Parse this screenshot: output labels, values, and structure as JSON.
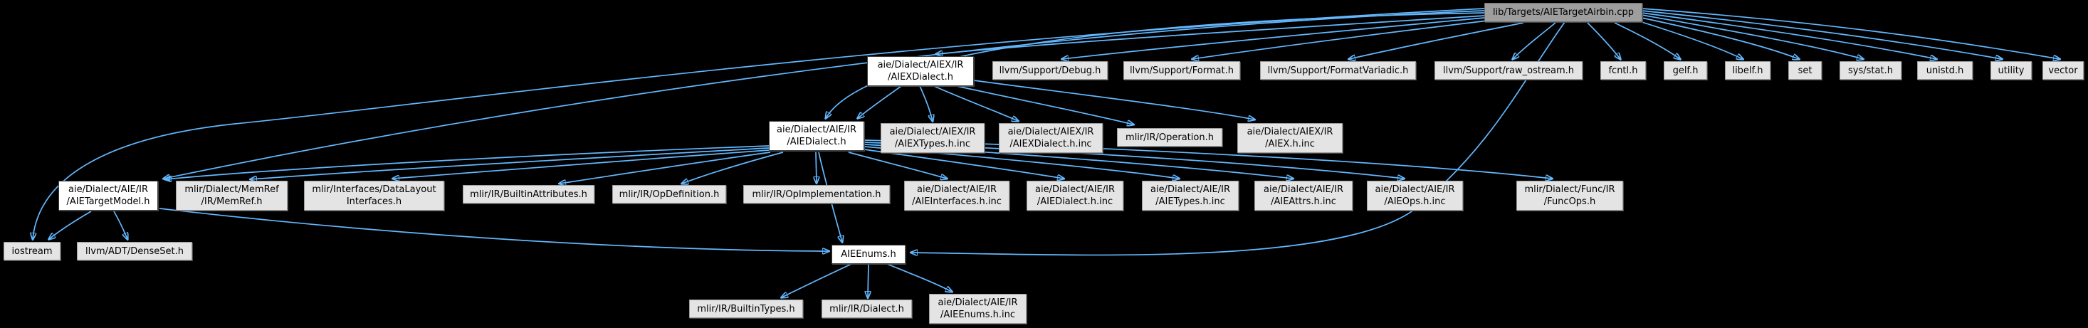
{
  "diagram": {
    "kind": "doxygen-include-dependency-graph",
    "accent_edge_color": "#63b8ff",
    "background_color": "#000000",
    "node_fill_default": "#e4e4e4",
    "node_fill_highlight": "#ffffff",
    "node_fill_root": "#9e9e9e"
  },
  "graph": {
    "nodes": {
      "root": {
        "l1": "lib/Targets/AIETargetAirbin.cpp"
      },
      "aiex_dialect": {
        "l1": "aie/Dialect/AIEX/IR",
        "l2": "/AIEXDialect.h"
      },
      "debug": {
        "l1": "llvm/Support/Debug.h"
      },
      "format": {
        "l1": "llvm/Support/Format.h"
      },
      "formatvariadic": {
        "l1": "llvm/Support/FormatVariadic.h"
      },
      "raw_ostream": {
        "l1": "llvm/Support/raw_ostream.h"
      },
      "fcntl": {
        "l1": "fcntl.h"
      },
      "gelf": {
        "l1": "gelf.h"
      },
      "libelf": {
        "l1": "libelf.h"
      },
      "set": {
        "l1": "set"
      },
      "sysstat": {
        "l1": "sys/stat.h"
      },
      "unistd": {
        "l1": "unistd.h"
      },
      "utility": {
        "l1": "utility"
      },
      "vector": {
        "l1": "vector"
      },
      "aie_dialect": {
        "l1": "aie/Dialect/AIE/IR",
        "l2": "/AIEDialect.h"
      },
      "aiex_types_inc": {
        "l1": "aie/Dialect/AIEX/IR",
        "l2": "/AIEXTypes.h.inc"
      },
      "aiex_dialect_inc": {
        "l1": "aie/Dialect/AIEX/IR",
        "l2": "/AIEXDialect.h.inc"
      },
      "operation": {
        "l1": "mlir/IR/Operation.h"
      },
      "aiex_h_inc": {
        "l1": "aie/Dialect/AIEX/IR",
        "l2": "/AIEX.h.inc"
      },
      "target_model": {
        "l1": "aie/Dialect/AIE/IR",
        "l2": "/AIETargetModel.h"
      },
      "memref": {
        "l1": "mlir/Dialect/MemRef",
        "l2": "/IR/MemRef.h"
      },
      "datalayout": {
        "l1": "mlir/Interfaces/DataLayout",
        "l2": "Interfaces.h"
      },
      "builtinattrs": {
        "l1": "mlir/IR/BuiltinAttributes.h"
      },
      "opdef": {
        "l1": "mlir/IR/OpDefinition.h"
      },
      "opimpl": {
        "l1": "mlir/IR/OpImplementation.h"
      },
      "aieinterfaces_inc": {
        "l1": "aie/Dialect/AIE/IR",
        "l2": "/AIEInterfaces.h.inc"
      },
      "aiedialect_inc": {
        "l1": "aie/Dialect/AIE/IR",
        "l2": "/AIEDialect.h.inc"
      },
      "aietypes_inc": {
        "l1": "aie/Dialect/AIE/IR",
        "l2": "/AIETypes.h.inc"
      },
      "aieattrs_inc": {
        "l1": "aie/Dialect/AIE/IR",
        "l2": "/AIEAttrs.h.inc"
      },
      "aieops_inc": {
        "l1": "aie/Dialect/AIE/IR",
        "l2": "/AIEOps.h.inc"
      },
      "funcops": {
        "l1": "mlir/Dialect/Func/IR",
        "l2": "/FuncOps.h"
      },
      "iostream": {
        "l1": "iostream"
      },
      "denseset": {
        "l1": "llvm/ADT/DenseSet.h"
      },
      "aieenums": {
        "l1": "AIEEnums.h"
      },
      "builtintypes": {
        "l1": "mlir/IR/BuiltinTypes.h"
      },
      "dialect": {
        "l1": "mlir/IR/Dialect.h"
      },
      "aieenums_inc": {
        "l1": "aie/Dialect/AIE/IR",
        "l2": "/AIEEnums.h.inc"
      }
    },
    "edges": [
      {
        "from": "root",
        "to": "aiex_dialect"
      },
      {
        "from": "root",
        "to": "debug"
      },
      {
        "from": "root",
        "to": "format"
      },
      {
        "from": "root",
        "to": "formatvariadic"
      },
      {
        "from": "root",
        "to": "raw_ostream"
      },
      {
        "from": "root",
        "to": "fcntl"
      },
      {
        "from": "root",
        "to": "gelf"
      },
      {
        "from": "root",
        "to": "libelf"
      },
      {
        "from": "root",
        "to": "set"
      },
      {
        "from": "root",
        "to": "sysstat"
      },
      {
        "from": "root",
        "to": "unistd"
      },
      {
        "from": "root",
        "to": "utility"
      },
      {
        "from": "root",
        "to": "vector"
      },
      {
        "from": "root",
        "to": "aie_dialect"
      },
      {
        "from": "root",
        "to": "target_model"
      },
      {
        "from": "root",
        "to": "iostream"
      },
      {
        "from": "root",
        "to": "aieenums"
      },
      {
        "from": "aiex_dialect",
        "to": "aie_dialect"
      },
      {
        "from": "aiex_dialect",
        "to": "aiex_types_inc"
      },
      {
        "from": "aiex_dialect",
        "to": "aiex_dialect_inc"
      },
      {
        "from": "aiex_dialect",
        "to": "operation"
      },
      {
        "from": "aiex_dialect",
        "to": "aiex_h_inc"
      },
      {
        "from": "aie_dialect",
        "to": "target_model"
      },
      {
        "from": "aie_dialect",
        "to": "memref"
      },
      {
        "from": "aie_dialect",
        "to": "datalayout"
      },
      {
        "from": "aie_dialect",
        "to": "builtinattrs"
      },
      {
        "from": "aie_dialect",
        "to": "opdef"
      },
      {
        "from": "aie_dialect",
        "to": "opimpl"
      },
      {
        "from": "aie_dialect",
        "to": "aieinterfaces_inc"
      },
      {
        "from": "aie_dialect",
        "to": "aiedialect_inc"
      },
      {
        "from": "aie_dialect",
        "to": "aietypes_inc"
      },
      {
        "from": "aie_dialect",
        "to": "aieattrs_inc"
      },
      {
        "from": "aie_dialect",
        "to": "aieops_inc"
      },
      {
        "from": "aie_dialect",
        "to": "funcops"
      },
      {
        "from": "aie_dialect",
        "to": "aieenums"
      },
      {
        "from": "target_model",
        "to": "iostream"
      },
      {
        "from": "target_model",
        "to": "denseset"
      },
      {
        "from": "target_model",
        "to": "aieenums"
      },
      {
        "from": "aieenums",
        "to": "builtintypes"
      },
      {
        "from": "aieenums",
        "to": "dialect"
      },
      {
        "from": "aieenums",
        "to": "aieenums_inc"
      }
    ]
  }
}
